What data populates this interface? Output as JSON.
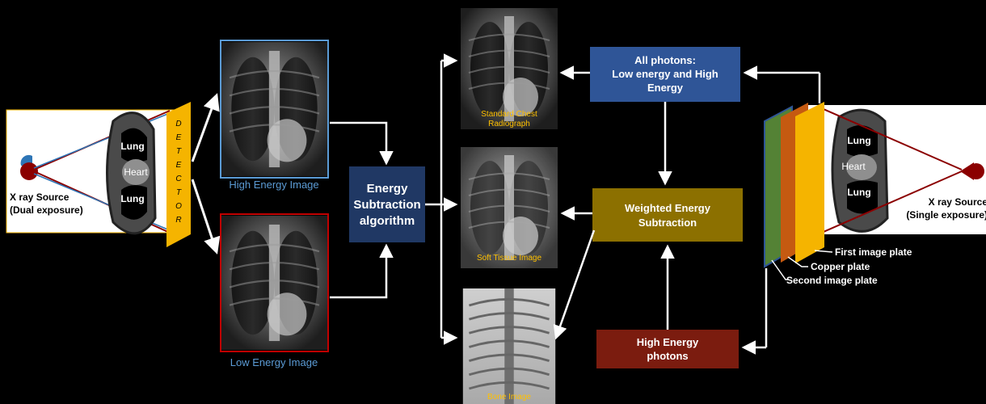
{
  "left_source": {
    "title": "X ray Source",
    "subtitle": "(Dual exposure)",
    "detector_letters": [
      "D",
      "E",
      "T",
      "E",
      "C",
      "T",
      "O",
      "R"
    ],
    "lung_top": "Lung",
    "heart": "Heart",
    "lung_bottom": "Lung"
  },
  "input_images": {
    "high_energy_label": "High Energy Image",
    "low_energy_label": "Low Energy Image"
  },
  "algorithm": {
    "line1": "Energy",
    "line2": "Subtraction",
    "line3": "algorithm"
  },
  "outputs": {
    "standard_line1": "Standard Chest",
    "standard_line2": "Radiograph",
    "soft_tissue": "Soft Tissue Image",
    "bone": "Bone Image"
  },
  "right_flow": {
    "all_photons_line1": "All photons:",
    "all_photons_line2": "Low energy and High",
    "all_photons_line3": "Energy",
    "weighted_line1": "Weighted Energy",
    "weighted_line2": "Subtraction",
    "high_photons_line1": "High Energy",
    "high_photons_line2": "photons"
  },
  "right_source": {
    "title": "X ray Source",
    "subtitle": "(Single exposure)",
    "lung_top": "Lung",
    "heart": "Heart",
    "lung_bottom": "Lung",
    "first_plate": "First image plate",
    "copper_plate": "Copper plate",
    "second_plate": "Second image plate"
  },
  "colors": {
    "blue_box": "#2f5597",
    "navy_box": "#203864",
    "gold_box": "#8c7000",
    "red_box": "#7b1c0f",
    "detector": "#f5b400",
    "green_plate": "#548235",
    "copper": "#c55a11",
    "source_red": "#8b0000",
    "source_blue": "#2e75b6",
    "high_img_border": "#5b9bd5",
    "low_img_border": "#c00000",
    "image_label_blue": "#5b9bd5",
    "output_label_gold": "#ffc000"
  }
}
